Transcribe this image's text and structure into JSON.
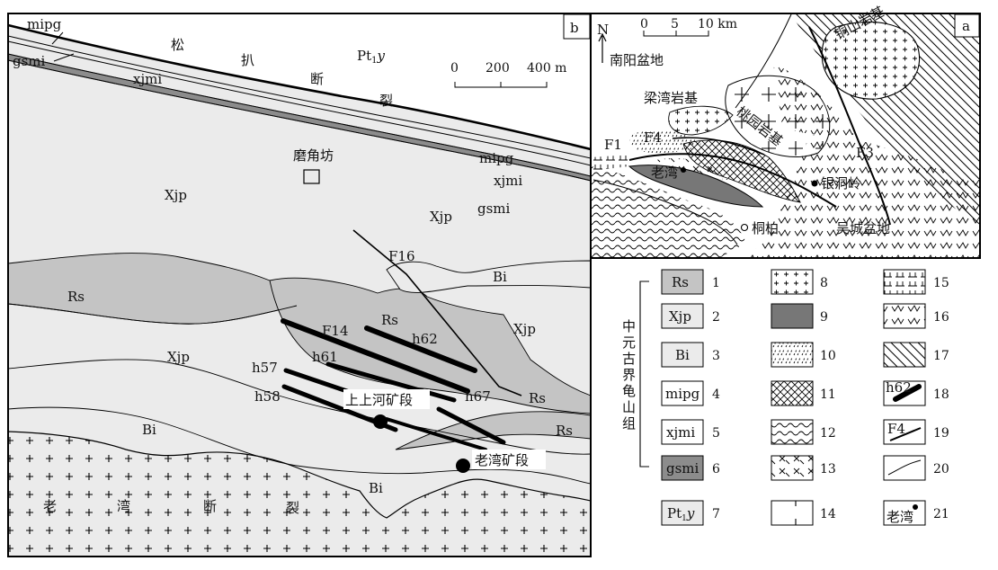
{
  "map_b": {
    "panel_letter": "b",
    "scale": {
      "ticks": [
        "0",
        "200",
        "400 m"
      ]
    },
    "fault_name_chars": [
      "松",
      "扒",
      "断",
      "裂"
    ],
    "pt_label": "Pt",
    "pt_sub": "1",
    "pt_italic": "y",
    "unit_labels": {
      "mipg_top": "mipg",
      "gsmi_left": "gsmi",
      "xjmi_left": "xjmi",
      "mipg_right": "mipg",
      "xjmi_right": "xjmi",
      "gsmi_right": "gsmi",
      "xjp_upper_left": "Xjp",
      "xjp_upper_right": "Xjp",
      "rs_left": "Rs",
      "rs_center": "Rs",
      "rs_right1": "Rs",
      "rs_right2": "Rs",
      "bi_upper": "Bi",
      "bi_lower_left": "Bi",
      "bi_bottom": "Bi",
      "xjp_mid_left": "Xjp",
      "xjp_mid_right": "Xjp"
    },
    "site_mojiaofang": "磨角坊",
    "faults": {
      "f16": "F16",
      "f14": "F14"
    },
    "veins": {
      "h62": "h62",
      "h61": "h61",
      "h57": "h57",
      "h58": "h58",
      "h67": "h67"
    },
    "deposits": {
      "shangshanghe": "上上河矿段",
      "laowan": "老湾矿段"
    },
    "laowan_fault_chars": [
      "老",
      "湾",
      "断",
      "裂"
    ]
  },
  "map_a": {
    "panel_letter": "a",
    "north": "N",
    "scale": {
      "ticks": [
        "0",
        "5",
        "10 km"
      ]
    },
    "places": {
      "nanyang_basin": "南阳盆地",
      "liangwan_pluton": "梁湾岩基",
      "taoyuan_pluton": "桃园岩基",
      "tongshan_pluton": "铜山岩基",
      "laowan": "老湾",
      "yindongling": "银洞岭",
      "tongbai": "桐柏",
      "wucheng_basin": "吴城盆地"
    },
    "faults": {
      "f1": "F1",
      "f4": "F4",
      "f3": "F3"
    }
  },
  "legend": {
    "group_label": [
      "中",
      "元",
      "古",
      "界",
      "龟",
      "山",
      "组"
    ],
    "items": [
      {
        "n": "1",
        "text": "Rs"
      },
      {
        "n": "2",
        "text": "Xjp"
      },
      {
        "n": "3",
        "text": "Bi"
      },
      {
        "n": "4",
        "text": "mipg"
      },
      {
        "n": "5",
        "text": "xjmi"
      },
      {
        "n": "6",
        "text": "gsmi"
      },
      {
        "n": "7",
        "text": "Pt",
        "sub": "1",
        "italic": "y"
      },
      {
        "n": "8"
      },
      {
        "n": "9"
      },
      {
        "n": "10"
      },
      {
        "n": "11"
      },
      {
        "n": "12"
      },
      {
        "n": "13"
      },
      {
        "n": "14"
      },
      {
        "n": "15"
      },
      {
        "n": "16"
      },
      {
        "n": "17"
      },
      {
        "n": "18",
        "text": "h62"
      },
      {
        "n": "19",
        "text": "F4"
      },
      {
        "n": "20"
      },
      {
        "n": "21",
        "text": "老湾"
      }
    ]
  },
  "colors": {
    "rs_fill": "#c4c4c4",
    "light_fill": "#ebebeb",
    "gsmi_fill": "#8c8c8c",
    "dark_fill": "#777777",
    "line": "#000000"
  }
}
